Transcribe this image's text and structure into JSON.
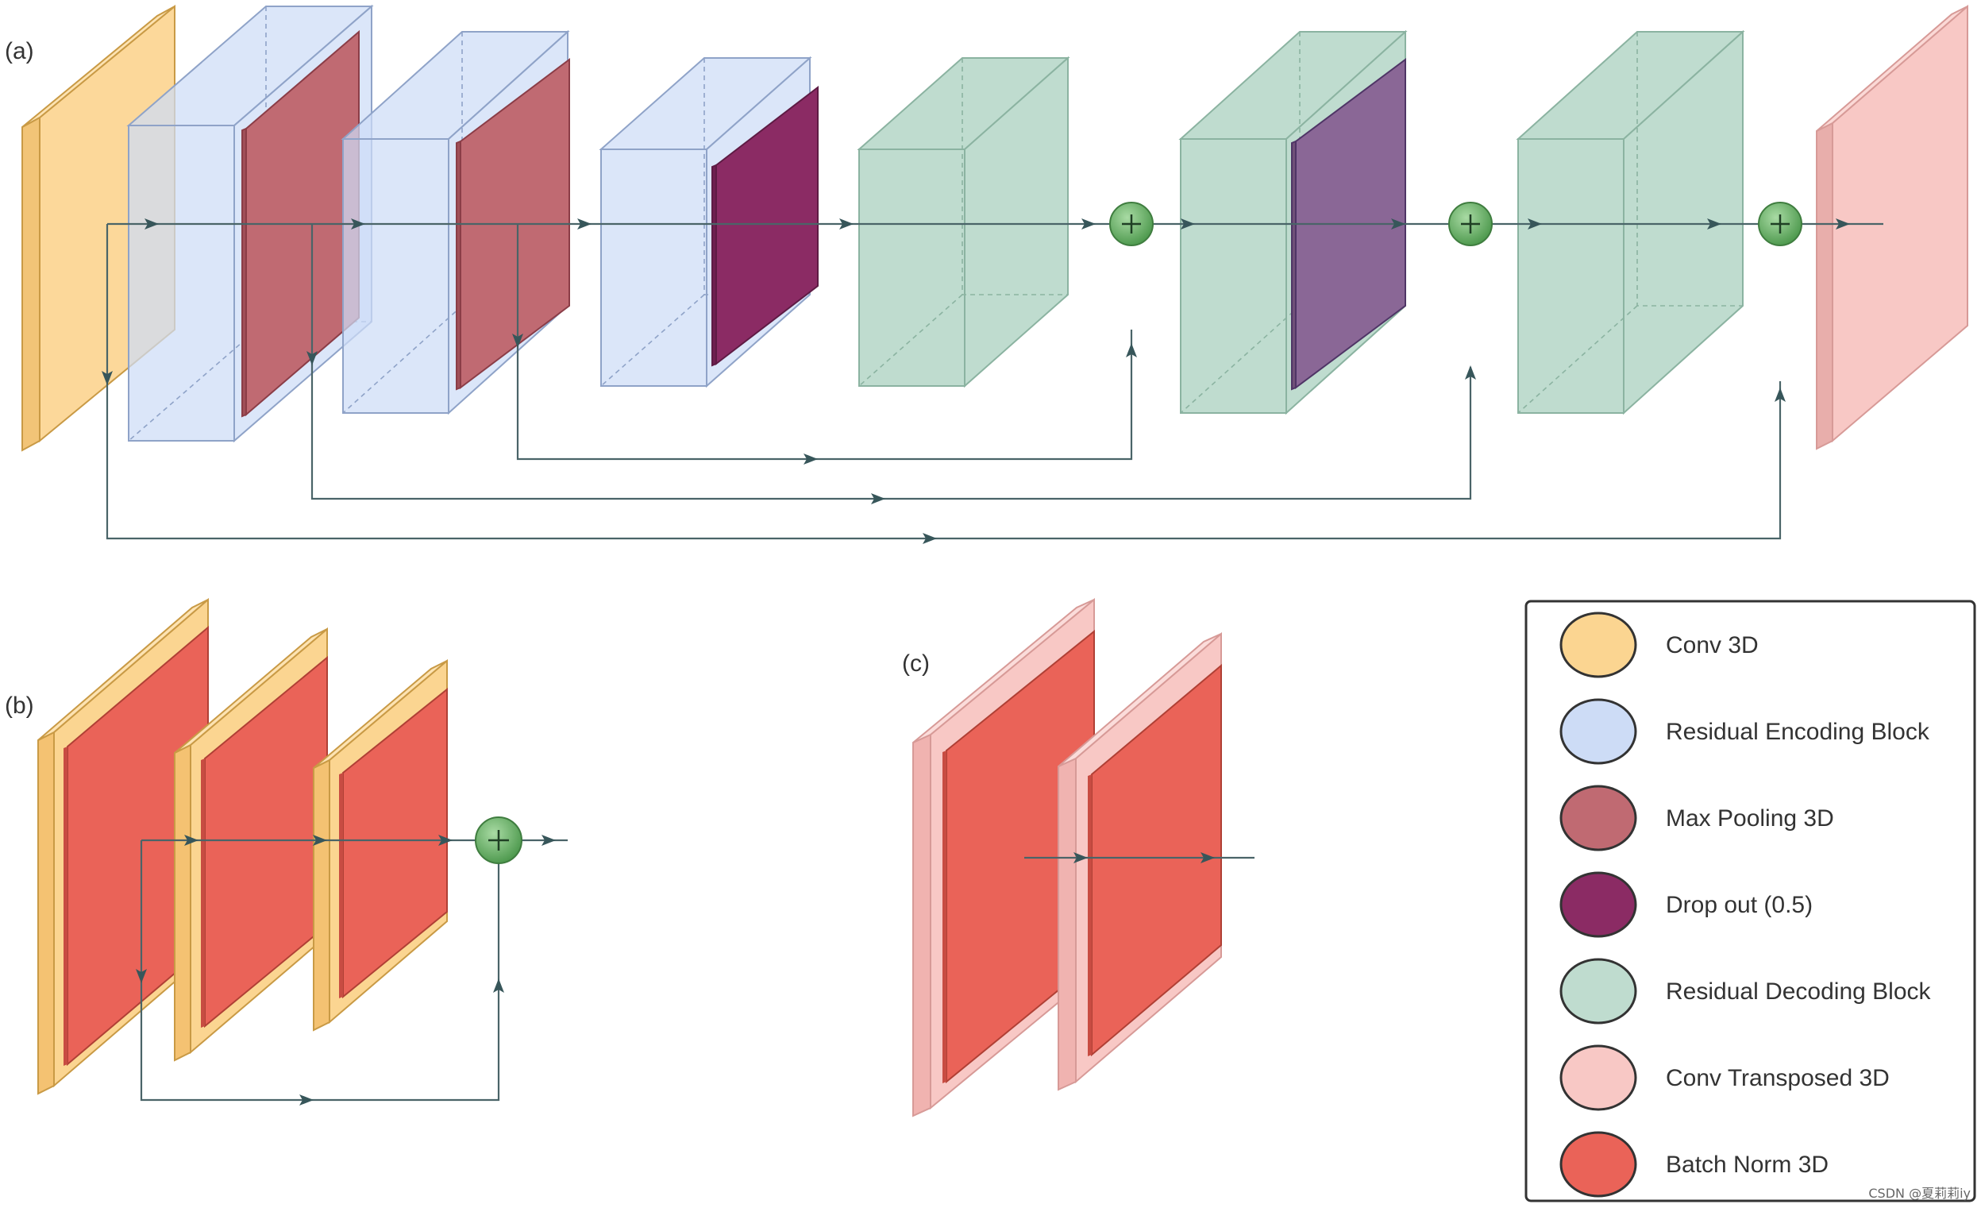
{
  "panels": {
    "a": "(a)",
    "b": "(b)",
    "c": "(c)"
  },
  "colors": {
    "conv3d": "#fbd591",
    "residual_encoding": "#cddcf6",
    "max_pooling": "#c06a72",
    "dropout": "#8b2b64",
    "residual_decoding": "#bfdccf",
    "conv_transposed": "#f8c8c5",
    "batch_norm": "#ea6358",
    "sum_node": "#6cb86a",
    "connector": "#4a6468"
  },
  "legend": {
    "items": [
      {
        "label": "Conv 3D",
        "color": "#fbd591"
      },
      {
        "label": "Residual Encoding Block",
        "color": "#cddcf6"
      },
      {
        "label": "Max Pooling 3D",
        "color": "#c06a72"
      },
      {
        "label": "Drop out (0.5)",
        "color": "#8b2b64"
      },
      {
        "label": "Residual Decoding Block",
        "color": "#bfdccf"
      },
      {
        "label": "Conv Transposed 3D",
        "color": "#f8c8c5"
      },
      {
        "label": "Batch Norm 3D",
        "color": "#ea6358"
      }
    ]
  },
  "watermark": "CSDN @夏莉莉iy"
}
